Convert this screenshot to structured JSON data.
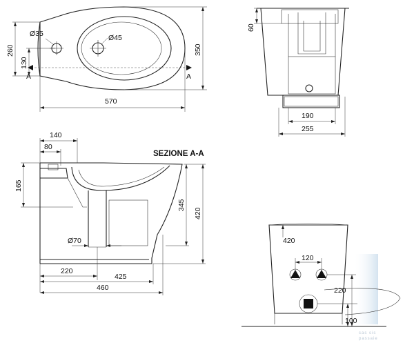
{
  "top_view": {
    "dim_overall_length": "570",
    "dim_depth": "350",
    "dim_depth_rear": "260",
    "dim_tap_offset": "130",
    "dim_tap_hole": "Ø35",
    "dim_drain_hole": "Ø45",
    "section_mark": "A"
  },
  "rear_view": {
    "dim_top": "60",
    "dim_inner_width": "190",
    "dim_outer_width": "255"
  },
  "section": {
    "title": "SEZIONE A-A",
    "dim_140": "140",
    "dim_80": "80",
    "dim_165": "165",
    "dim_345": "345",
    "dim_420": "420",
    "dim_drain": "Ø70",
    "dim_220": "220",
    "dim_425": "425",
    "dim_460": "460"
  },
  "wall_view": {
    "dim_420": "420",
    "dim_120": "120",
    "dim_220": "220",
    "dim_100": "100"
  },
  "watermark": {
    "line1": "cas sis",
    "line2": "passaie"
  }
}
